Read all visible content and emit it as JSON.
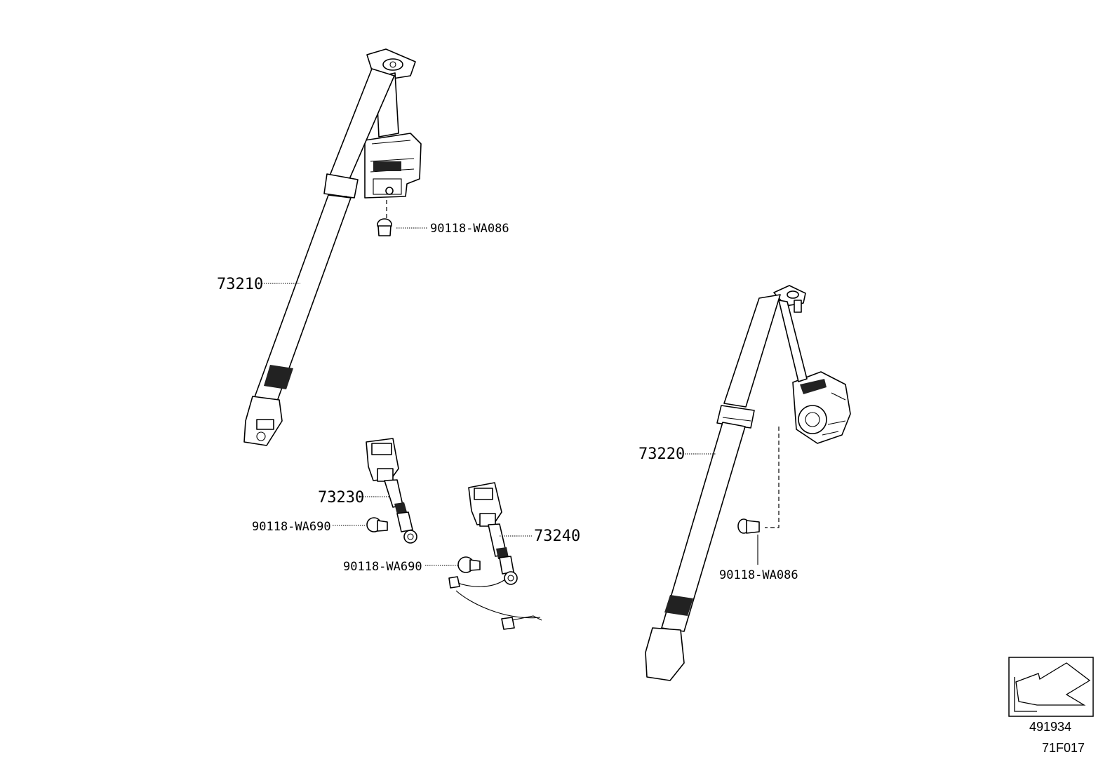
{
  "callouts": {
    "c73210": "73210",
    "c73220": "73220",
    "c73230": "73230",
    "c73240": "73240",
    "bolt_top": "90118-WA086",
    "bolt_right": "90118-WA086",
    "bolt_mid_left": "90118-WA690",
    "bolt_mid_center": "90118-WA690"
  },
  "footer": {
    "diagram_number": "491934",
    "page_code": "71F017"
  }
}
